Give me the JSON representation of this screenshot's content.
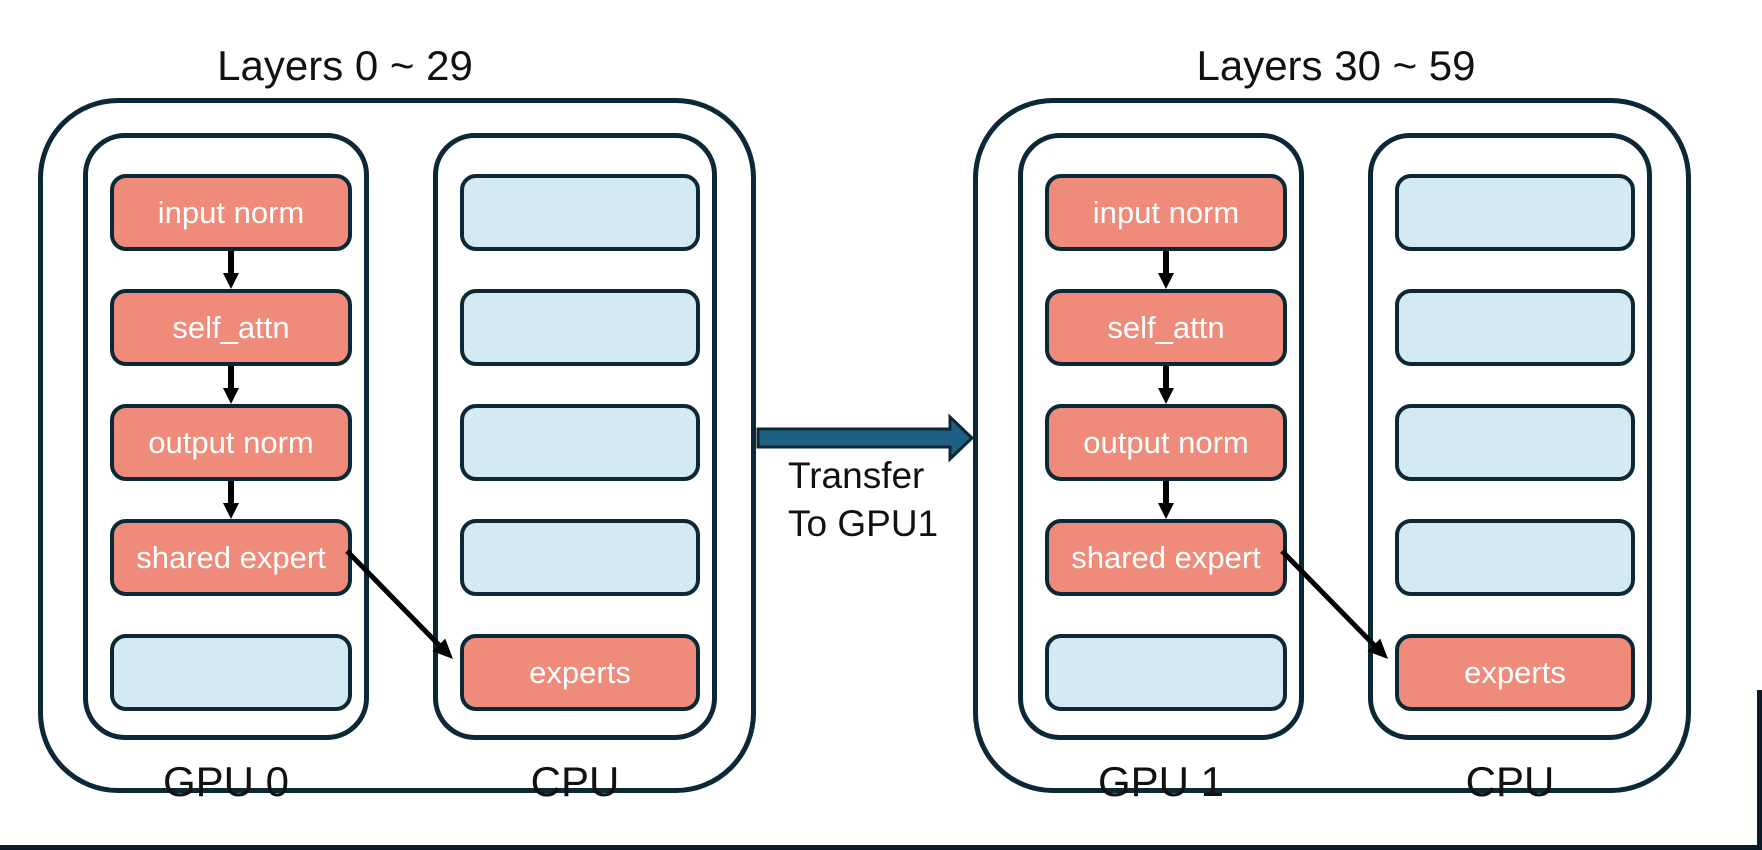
{
  "colors": {
    "border_navy": "#0c2836",
    "salmon": "#ef8b7a",
    "light_blue": "#d3eaf2",
    "transfer_arrow_blue": "#1e5f85",
    "text_black": "#111111",
    "text_white": "#ffffff",
    "frame_line": "#0d1b26"
  },
  "groups": [
    {
      "title": "Layers 0 ~ 29",
      "gpu": {
        "label": "GPU 0",
        "boxes": [
          {
            "label": "input norm",
            "filled": true
          },
          {
            "label": "self_attn",
            "filled": true
          },
          {
            "label": "output norm",
            "filled": true
          },
          {
            "label": "shared expert",
            "filled": true
          },
          {
            "label": "",
            "filled": false
          }
        ]
      },
      "cpu": {
        "label": "CPU",
        "boxes": [
          {
            "label": "",
            "filled": false
          },
          {
            "label": "",
            "filled": false
          },
          {
            "label": "",
            "filled": false
          },
          {
            "label": "",
            "filled": false
          },
          {
            "label": "experts",
            "filled": true
          }
        ]
      }
    },
    {
      "title": "Layers 30 ~ 59",
      "gpu": {
        "label": "GPU 1",
        "boxes": [
          {
            "label": "input norm",
            "filled": true
          },
          {
            "label": "self_attn",
            "filled": true
          },
          {
            "label": "output norm",
            "filled": true
          },
          {
            "label": "shared expert",
            "filled": true
          },
          {
            "label": "",
            "filled": false
          }
        ]
      },
      "cpu": {
        "label": "CPU",
        "boxes": [
          {
            "label": "",
            "filled": false
          },
          {
            "label": "",
            "filled": false
          },
          {
            "label": "",
            "filled": false
          },
          {
            "label": "",
            "filled": false
          },
          {
            "label": "experts",
            "filled": true
          }
        ]
      }
    }
  ],
  "transfer": {
    "line1": "Transfer",
    "line2": "To GPU1"
  }
}
